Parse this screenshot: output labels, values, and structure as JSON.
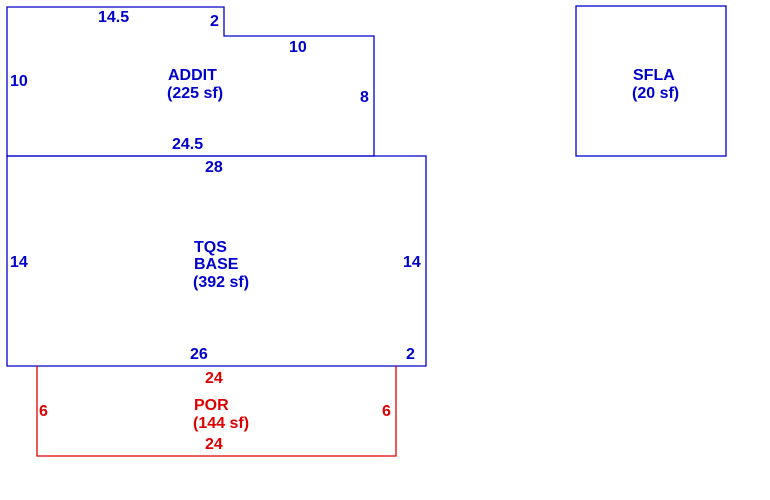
{
  "colors": {
    "living_area": "#0000cc",
    "porch": "#dd0000",
    "background": "#ffffff"
  },
  "areas": {
    "addit": {
      "code": "ADDIT",
      "area": "(225 sf)",
      "dims": {
        "top_left": "14.5",
        "step": "2",
        "top_right": "10",
        "left": "10",
        "right": "8",
        "bottom": "24.5"
      }
    },
    "base": {
      "code_line1": "TQS",
      "code_line2": "BASE",
      "area": "(392 sf)",
      "dims": {
        "top": "28",
        "left": "14",
        "right": "14",
        "bottom": "26",
        "step": "2"
      }
    },
    "por": {
      "code": "POR",
      "area": "(144 sf)",
      "dims": {
        "top": "24",
        "left": "6",
        "right": "6",
        "bottom": "24"
      }
    },
    "sfla": {
      "code": "SFLA",
      "area": "(20 sf)"
    }
  }
}
